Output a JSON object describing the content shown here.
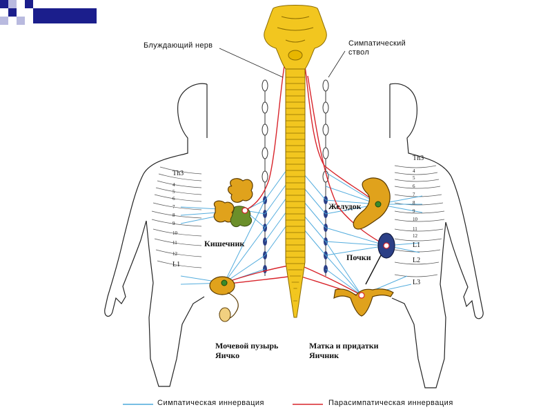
{
  "labels": {
    "vagus": "Блуждающий нерв",
    "sympathetic_trunk_1": "Симпатический",
    "sympathetic_trunk_2": "ствол",
    "intestine": "Кишечник",
    "stomach": "Желудок",
    "kidneys": "Почки",
    "bladder": "Мочевой пузырь",
    "testis": "Яичко",
    "uterus": "Матка и придатки",
    "ovary": "Яичник"
  },
  "segments_left": [
    "Th3",
    "4",
    "5",
    "6",
    "7",
    "8",
    "9",
    "10",
    "11",
    "12",
    "L1"
  ],
  "segments_right": [
    "Th3",
    "4",
    "5",
    "6",
    "7",
    "8",
    "9",
    "10",
    "11",
    "12",
    "L1",
    "L2",
    "L3"
  ],
  "legend": {
    "sympathetic": "Симпатическая иннервация",
    "parasympathetic": "Парасимпатическая иннервация"
  },
  "colors": {
    "sympathetic": "#4aa8dc",
    "parasympathetic": "#d8232a",
    "spine": "#f2c61f",
    "organ": "#e0a21c",
    "kidney": "#2b3f86",
    "deco_navy": "#1b1e8c",
    "deco_lav": "#b9badf"
  }
}
